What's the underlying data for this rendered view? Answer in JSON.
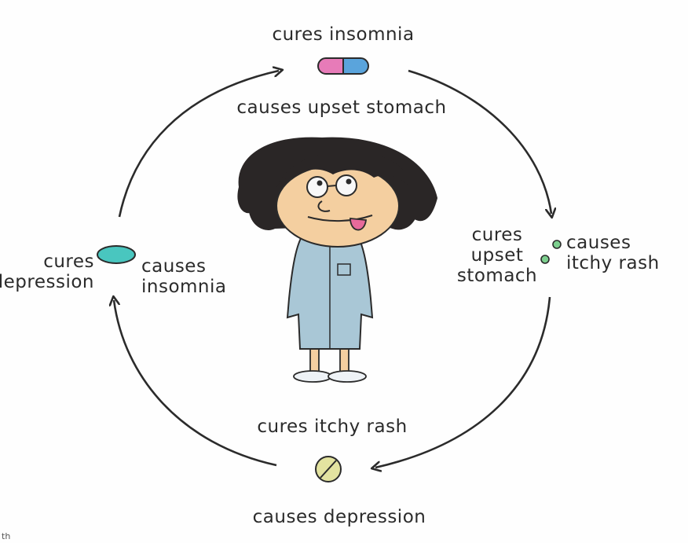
{
  "pills": {
    "top": {
      "cures": "cures insomnia",
      "causes": "causes upset stomach",
      "icon": "capsule-pill-icon",
      "colors": [
        "#e77bb8",
        "#5aa4dc"
      ]
    },
    "right": {
      "cures": "cures\nupset\nstomach",
      "causes": "causes\nitchy rash",
      "icon": "small-green-pills-icon",
      "color": "#7ccf8e"
    },
    "bottom": {
      "cures": "cures itchy rash",
      "causes": "causes depression",
      "icon": "round-scored-tablet-icon",
      "color": "#e3e3a0"
    },
    "left": {
      "cures": "cures\ndepression",
      "causes": "causes\ninsomnia",
      "icon": "oval-teal-pill-icon",
      "color": "#49c6bf"
    }
  },
  "corner_mark": "th",
  "colors": {
    "ink": "#2b2b2b",
    "robe": "#a9c7d6",
    "skin": "#f4cfa0",
    "hair": "#2a2626",
    "tongue": "#e86a9a"
  }
}
